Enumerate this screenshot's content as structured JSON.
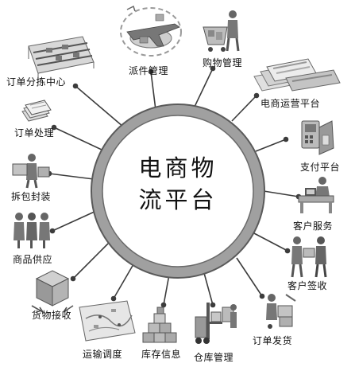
{
  "hub": {
    "title_line1": "电商物",
    "title_line2": "流平台"
  },
  "nodes": [
    {
      "id": "order-sorting",
      "label": "订单分拣中心",
      "icon": "conveyor-sorting-icon"
    },
    {
      "id": "dispatch",
      "label": "派件管理",
      "icon": "airplane-globe-icon"
    },
    {
      "id": "purchase",
      "label": "购物管理",
      "icon": "shopping-cart-person-icon"
    },
    {
      "id": "ops-platform",
      "label": "电商运营平台",
      "icon": "web-pages-icon"
    },
    {
      "id": "payment",
      "label": "支付平台",
      "icon": "payment-terminal-icon"
    },
    {
      "id": "customer-service",
      "label": "客户服务",
      "icon": "service-desk-icon"
    },
    {
      "id": "customer-signoff",
      "label": "客户签收",
      "icon": "parcel-handover-icon"
    },
    {
      "id": "order-delivery",
      "label": "订单发货",
      "icon": "delivery-boxes-icon"
    },
    {
      "id": "warehouse",
      "label": "仓库管理",
      "icon": "forklift-icon"
    },
    {
      "id": "inventory",
      "label": "库存信息",
      "icon": "stacked-boxes-icon"
    },
    {
      "id": "transport",
      "label": "运输调度",
      "icon": "route-map-icon"
    },
    {
      "id": "receiving",
      "label": "货物接收",
      "icon": "box-with-arrows-icon"
    },
    {
      "id": "supply",
      "label": "商品供应",
      "icon": "supplier-people-icon"
    },
    {
      "id": "unpack-pack",
      "label": "拆包封装",
      "icon": "packing-worker-icon"
    },
    {
      "id": "order-processing",
      "label": "订单处理",
      "icon": "document-stack-icon"
    }
  ],
  "colors": {
    "ring_fill": "#a0a0a0",
    "ring_stroke": "#5a5a5a",
    "inner_fill": "#ffffff",
    "connector": "#3c3c3c",
    "icon_dark": "#555555",
    "icon_mid": "#8c8c8c",
    "icon_light": "#c8c8c8"
  }
}
